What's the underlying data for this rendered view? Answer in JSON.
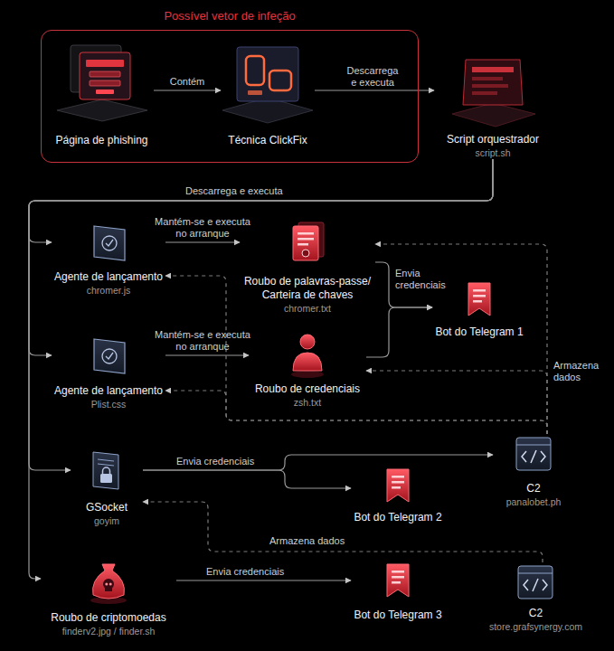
{
  "diagram": {
    "nodes": [
      {
        "text": [
          "Possível vetor de infeção"
        ]
      },
      {
        "text": [
          "Página de phishing"
        ],
        "in": 0
      },
      {
        "text": [
          "Técnica ClickFix"
        ],
        "in": 0
      },
      {
        "text": [
          "Script orquestrador",
          "script.sh"
        ]
      },
      {
        "text": [
          "Agente de lançamento",
          "chromer.js"
        ]
      },
      {
        "text": [
          "Roubo de palavras-passe/ Carteira de chaves",
          "chromer.txt"
        ]
      },
      {
        "text": [
          "Bot do Telegram 1"
        ]
      },
      {
        "text": [
          "Agente de lançamento",
          "Plist.css"
        ]
      },
      {
        "text": [
          "Roubo de credenciais",
          "zsh.txt"
        ]
      },
      {
        "text": [
          "GSocket",
          "goyim"
        ]
      },
      {
        "text": [
          "C2",
          "panalobet.ph"
        ]
      },
      {
        "text": [
          "Bot do Telegram 2"
        ]
      },
      {
        "text": [
          "Roubo de criptomoedas",
          "finderv2.jpg / finder.sh"
        ]
      },
      {
        "text": [
          "Bot do Telegram 3"
        ]
      },
      {
        "text": [
          "C2",
          "store.grafsynergy.com"
        ]
      }
    ],
    "edges": [
      {
        "from": 1,
        "to": 2,
        "label": "Contém",
        "arrow": "to"
      },
      {
        "from": 2,
        "to": 3,
        "label": "Descarrega e executa",
        "arrow": "to"
      },
      {
        "from": 3,
        "to": 4,
        "label": "Descarrega e executa",
        "arrow": "to"
      },
      {
        "from": 3,
        "to": 7,
        "arrow": "to"
      },
      {
        "from": 3,
        "to": 9,
        "arrow": "to"
      },
      {
        "from": 3,
        "to": 12,
        "arrow": "to"
      },
      {
        "from": 4,
        "to": 5,
        "label": "Mantém-se e executa no arranque",
        "arrow": "to"
      },
      {
        "from": 5,
        "to": 6,
        "label": "Envia credenciais",
        "arrow": "to"
      },
      {
        "from": 8,
        "to": 6,
        "arrow": "to"
      },
      {
        "from": 7,
        "to": 8,
        "label": "Mantém-se e executa no arranque",
        "arrow": "to"
      },
      {
        "from": 10,
        "to": 5,
        "arrow": "to"
      },
      {
        "from": 10,
        "to": 8,
        "label": "Armazena dados",
        "arrow": "to"
      },
      {
        "from": 10,
        "to": 4,
        "arrow": "to"
      },
      {
        "from": 10,
        "to": 7,
        "arrow": "to"
      },
      {
        "from": 9,
        "to": 10,
        "label": "Envia credenciais",
        "arrow": "to"
      },
      {
        "from": 9,
        "to": 11,
        "arrow": "to"
      },
      {
        "from": 14,
        "to": 9,
        "label": "Armazena dados",
        "arrow": "to"
      },
      {
        "from": 12,
        "to": 13,
        "label": "Envia credenciais",
        "arrow": "to"
      }
    ]
  }
}
